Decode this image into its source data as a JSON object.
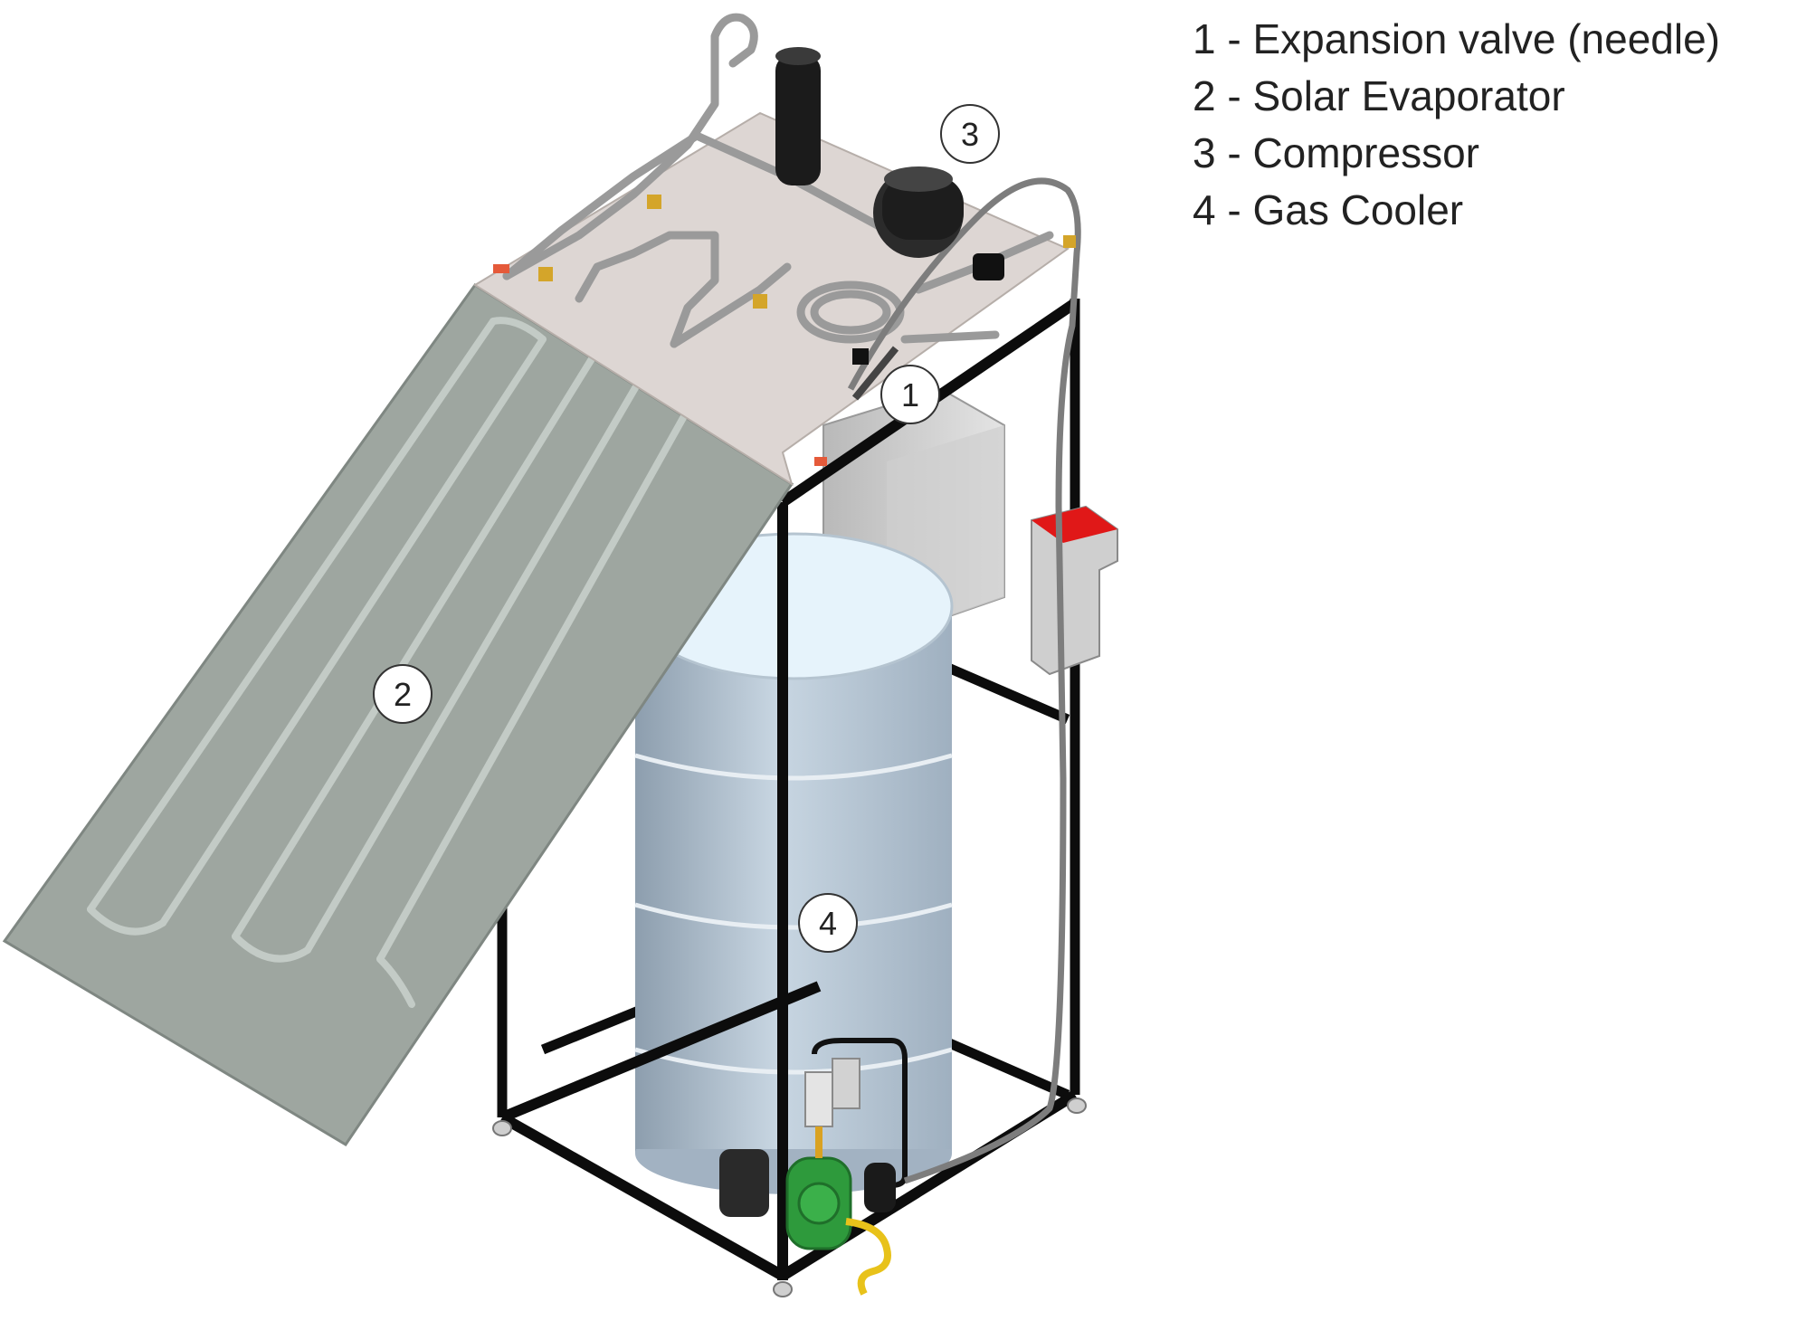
{
  "legend": {
    "items": [
      "1 - Expansion valve (needle)",
      "2 - Solar Evaporator",
      "3 - Compressor",
      "4 - Gas Cooler"
    ]
  },
  "callouts": {
    "c1": "1",
    "c2": "2",
    "c3": "3",
    "c4": "4"
  },
  "colors": {
    "panel": "#9ea6a0",
    "tank": "#b8c7d4",
    "frame": "#0c0c0c",
    "table_top": "#ddd6d3",
    "pump": "#2e9a3c",
    "accent_red": "#e01818",
    "hose_yellow": "#e8c21a"
  }
}
